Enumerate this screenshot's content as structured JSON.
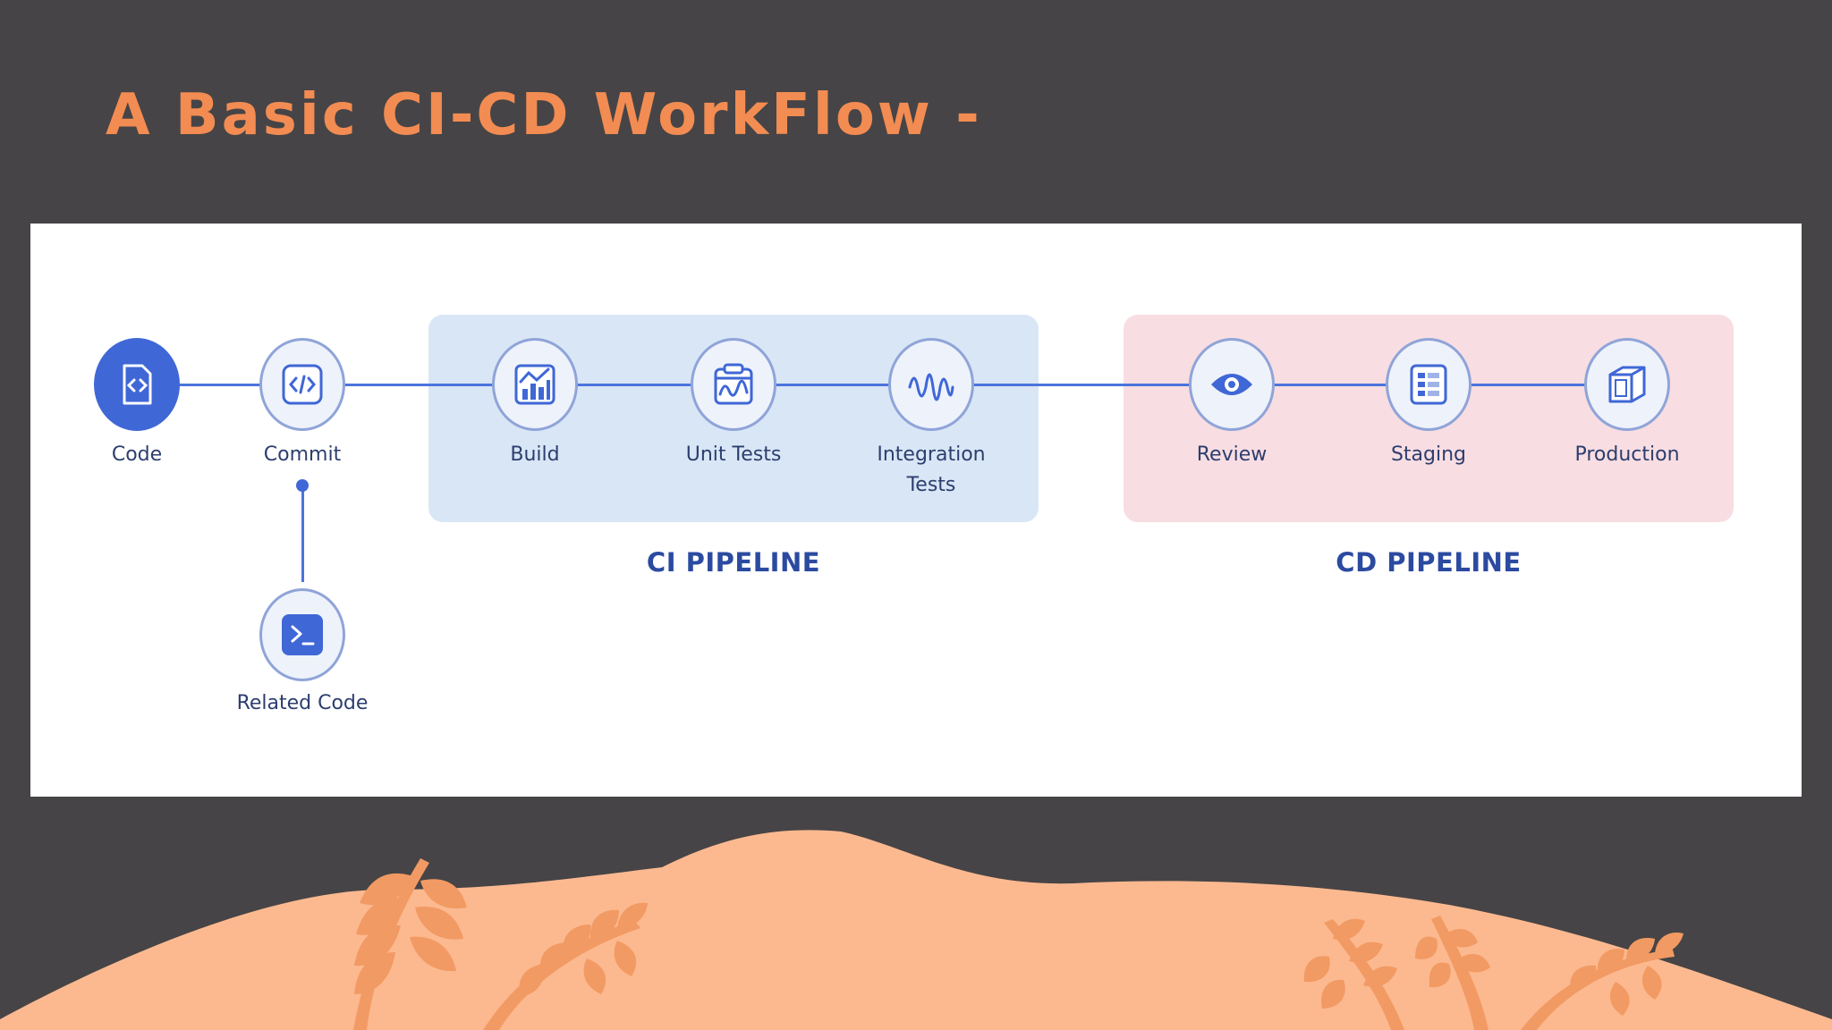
{
  "slide": {
    "title": "A Basic CI-CD WorkFlow -"
  },
  "diagram": {
    "stages": [
      {
        "id": "code",
        "label": "Code",
        "icon": "code-file-icon"
      },
      {
        "id": "commit",
        "label": "Commit",
        "icon": "commit-icon"
      },
      {
        "id": "build",
        "label": "Build",
        "icon": "bar-chart-icon"
      },
      {
        "id": "unit-tests",
        "label": "Unit Tests",
        "icon": "clipboard-wave-icon"
      },
      {
        "id": "integration-tests",
        "label": "Integration\nTests",
        "icon": "waveform-icon"
      },
      {
        "id": "review",
        "label": "Review",
        "icon": "eye-icon"
      },
      {
        "id": "staging",
        "label": "Staging",
        "icon": "list-panel-icon"
      },
      {
        "id": "production",
        "label": "Production",
        "icon": "cube-icon"
      }
    ],
    "branch": {
      "label": "Related Code",
      "icon": "terminal-icon"
    },
    "ci_label": "CI PIPELINE",
    "cd_label": "CD PIPELINE"
  },
  "colors": {
    "background": "#464446",
    "title": "#f28c52",
    "accent_blue": "#3f67d6",
    "ci_fill": "#d9e6f6",
    "cd_fill": "#f8dde2",
    "wave": "#fcb990",
    "leaf": "#f29a63"
  }
}
